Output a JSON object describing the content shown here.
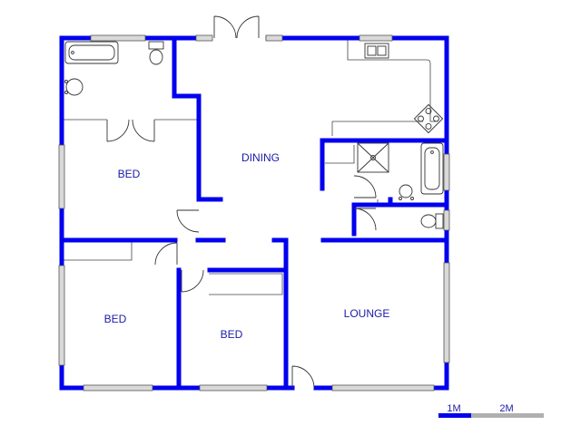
{
  "rooms": {
    "bed_top_left": "BED",
    "dining": "DINING",
    "bed_bottom_left": "BED",
    "bed_bottom_middle": "BED",
    "lounge": "LOUNGE"
  },
  "scale_bar": {
    "label_1": "1M",
    "label_2": "2M"
  },
  "colors": {
    "wall": "#0000ee",
    "fixture": "#333333",
    "label": "#1a1aa8",
    "window": "#c8c8c8",
    "scale_gray": "#b0b0b0"
  },
  "icons": [
    "bathtub-icon",
    "toilet-icon",
    "basin-icon",
    "kitchen-sink-icon",
    "stove-icon",
    "shower-icon",
    "door-swing-icon",
    "window-icon"
  ]
}
